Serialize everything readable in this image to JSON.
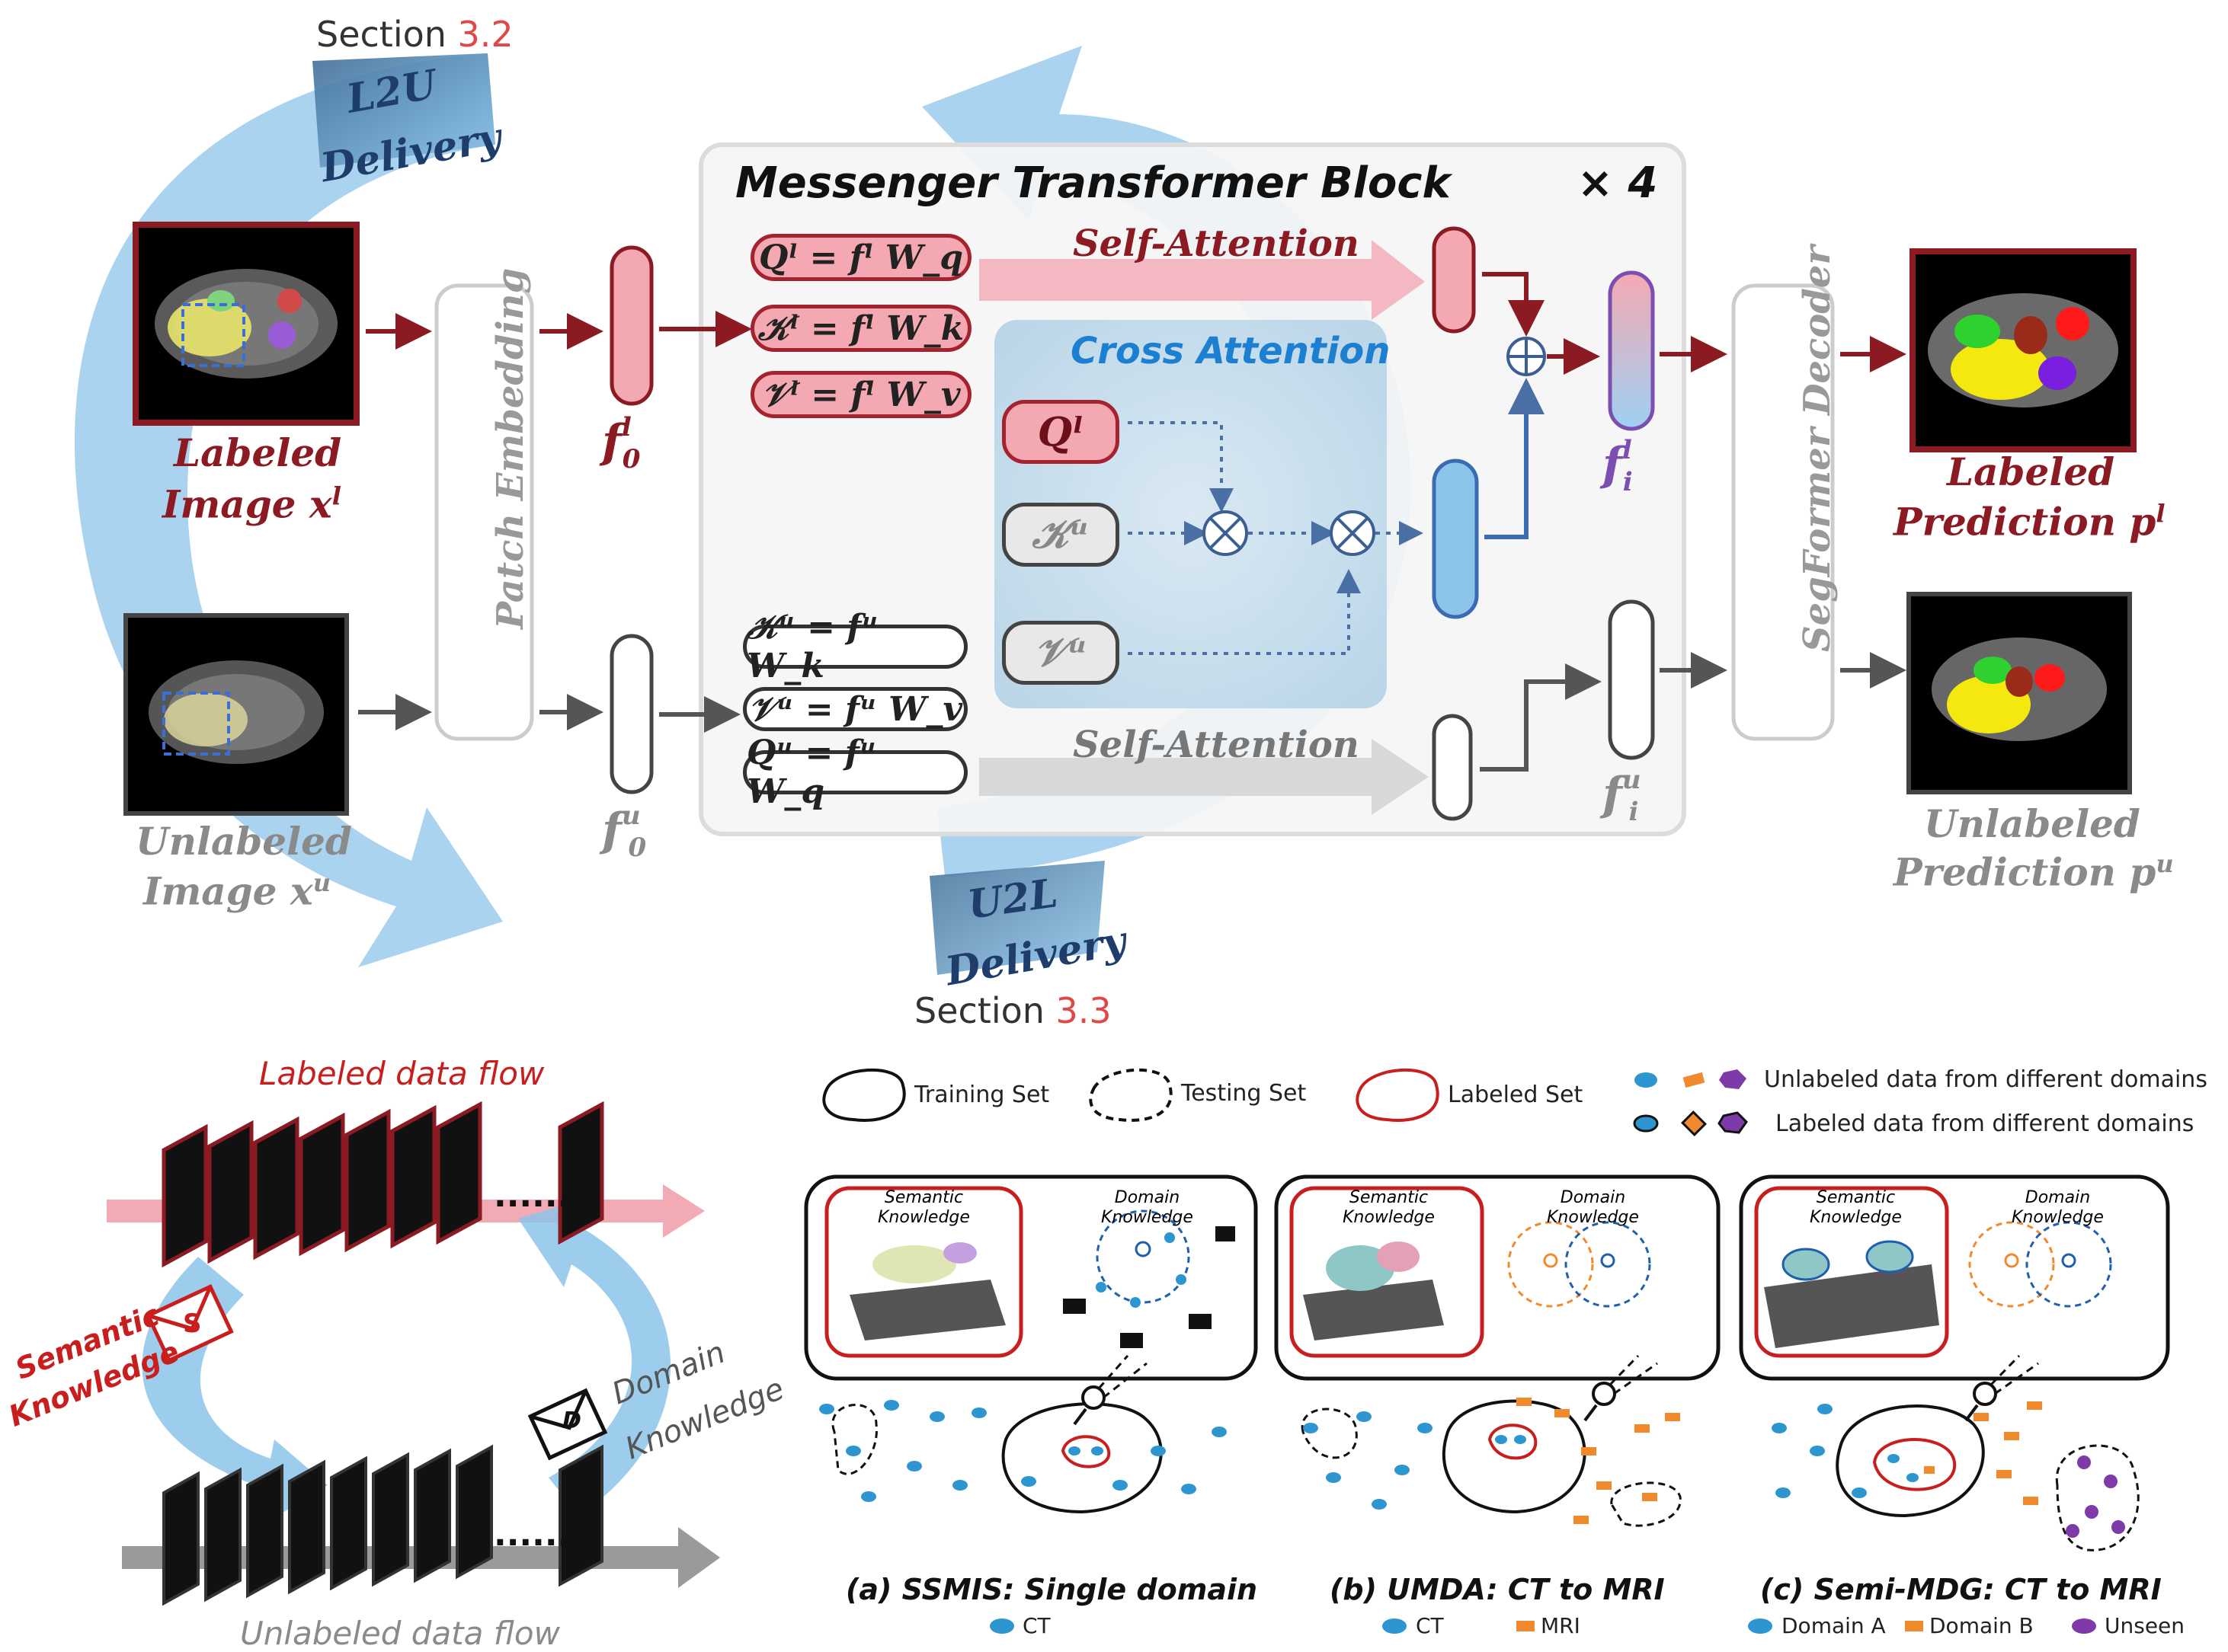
{
  "top": {
    "section_a": "Section",
    "section_a_num": "3.2",
    "l2u_line1": "L2U",
    "l2u_line2": "Delivery",
    "u2l_line1": "U2L",
    "u2l_line2": "Delivery",
    "section_b": "Section",
    "section_b_num": "3.3",
    "block_title": "Messenger Transformer Block",
    "repeat": "× 4",
    "labeled_image_1": "Labeled",
    "labeled_image_2": "Image x",
    "labeled_image_sup": "l",
    "unlabeled_image_1": "Unlabeled",
    "unlabeled_image_2": "Image x",
    "unlabeled_image_sup": "u",
    "patch_embedding": "Patch Embedding",
    "f0l": "f",
    "f0l_sup": "l",
    "f0l_sub": "0",
    "f0u": "f",
    "f0u_sup": "u",
    "f0u_sub": "0",
    "fil": "f",
    "fil_sup": "l",
    "fil_sub": "i",
    "fiu": "f",
    "fiu_sup": "u",
    "fiu_sub": "i",
    "formulas_labeled": [
      "Qˡ = fˡ W_q",
      "𝒦ˡ = fˡ W_k",
      "𝒱ˡ = fˡ W_v"
    ],
    "formulas_unlabeled": [
      "𝒦ᵘ = fᵘ W_k",
      "𝒱ᵘ = fᵘ W_v",
      "Qᵘ = fᵘ W_q"
    ],
    "self_attention": "Self-Attention",
    "cross_attention": "Cross Attention",
    "q_l": "Qˡ",
    "k_u": "𝒦ᵘ",
    "v_u": "𝒱ᵘ",
    "segformer": "SegFormer Decoder",
    "labeled_pred_1": "Labeled",
    "labeled_pred_2": "Prediction p",
    "labeled_pred_sup": "l",
    "unlabeled_pred_1": "Unlabeled",
    "unlabeled_pred_2": "Prediction p",
    "unlabeled_pred_sup": "u"
  },
  "bottom_left": {
    "labeled_flow": "Labeled data flow",
    "unlabeled_flow": "Unlabeled data flow",
    "semantic_1": "Semantic",
    "semantic_2": "Knowledge",
    "domain_1": "Domain",
    "domain_2": "Knowledge",
    "env_s": "S",
    "env_d": "D",
    "dots": "······"
  },
  "bottom_right": {
    "legend_training": "Training Set",
    "legend_testing": "Testing  Set",
    "legend_labeled": "Labeled  Set",
    "legend_unlabeled_domains": "Unlabeled data from different domains",
    "legend_labeled_domains": "Labeled data from different domains",
    "panels": [
      {
        "semantic_1": "Semantic",
        "semantic_2": "Knowledge",
        "domain_1": "Domain",
        "domain_2": "Knowledge",
        "caption": "(a) SSMIS: Single domain",
        "legend": [
          "CT"
        ]
      },
      {
        "semantic_1": "Semantic",
        "semantic_2": "Knowledge",
        "domain_1": "Domain",
        "domain_2": "Knowledge",
        "caption": "(b) UMDA: CT to MRI",
        "legend": [
          "CT",
          "MRI"
        ]
      },
      {
        "semantic_1": "Semantic",
        "semantic_2": "Knowledge",
        "domain_1": "Domain",
        "domain_2": "Knowledge",
        "caption": "(c) Semi-MDG: CT to MRI",
        "legend": [
          "Domain  A",
          "Domain B",
          "Unseen"
        ]
      }
    ]
  },
  "colors": {
    "dark_red": "#8b1a23",
    "red_fill": "#f4a9b2",
    "blue_arrow": "#8cc4ea",
    "navy": "#1f3d6b",
    "cross_blue": "#1c7fd0",
    "gray_text": "#8a8a8a",
    "ct_blue": "#2d95d0",
    "mri_orange": "#f08a2c",
    "unseen_purple": "#7d3aa8"
  }
}
